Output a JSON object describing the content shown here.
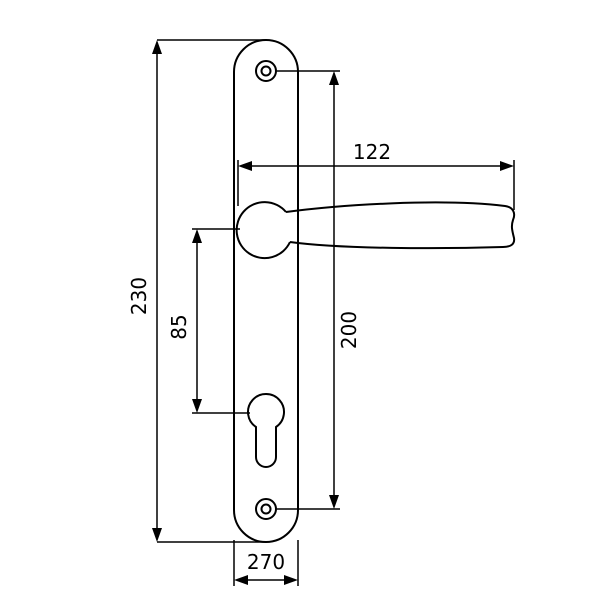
{
  "diagram": {
    "colors": {
      "stroke": "#000000",
      "background": "#ffffff"
    },
    "dimensions": {
      "overall_height": "230",
      "handle_to_cylinder": "85",
      "screw_spacing": "200",
      "handle_length": "122",
      "plate_width": "270"
    }
  }
}
